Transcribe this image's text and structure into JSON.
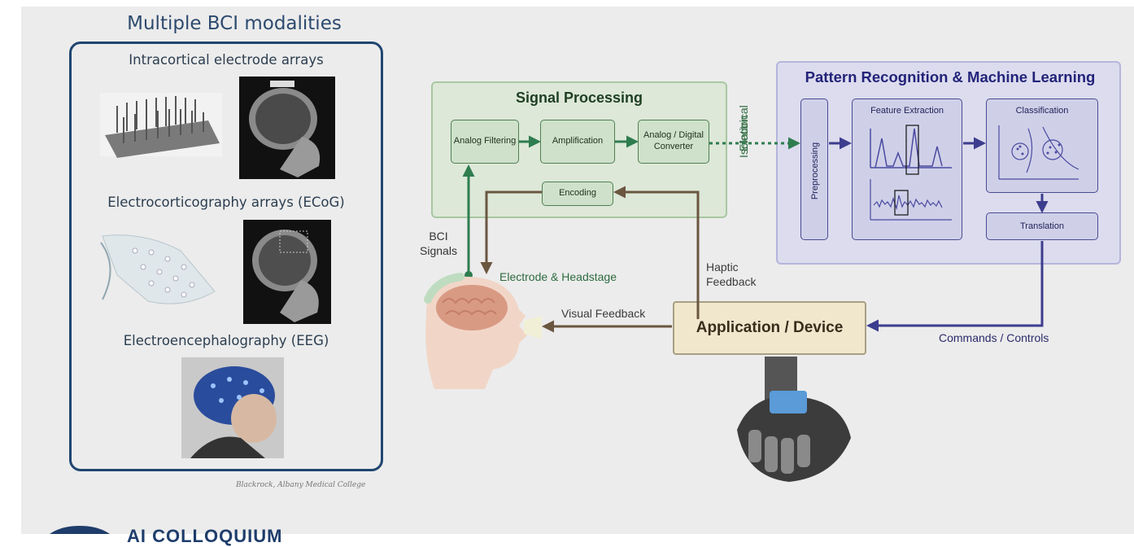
{
  "left_panel": {
    "title": "Multiple BCI modalities",
    "modalities": [
      {
        "label": "Intracortical electrode arrays"
      },
      {
        "label": "Electrocorticography arrays (ECoG)"
      },
      {
        "label": "Electroencephalography (EEG)"
      }
    ],
    "credit": "Blackrock, Albany Medical College"
  },
  "signal_processing": {
    "title": "Signal Processing",
    "blocks": {
      "analog_filtering": "Analog Filtering",
      "amplification": "Amplification",
      "adc": "Analog / Digital Converter",
      "encoding": "Encoding"
    }
  },
  "isolation": {
    "line1": "Electrical",
    "line2": "Isolation"
  },
  "pattern_recognition": {
    "title": "Pattern Recognition & Machine Learning",
    "blocks": {
      "preprocessing": "Preprocessing",
      "feature_extraction": "Feature Extraction",
      "classification": "Classification",
      "translation": "Translation"
    }
  },
  "labels": {
    "bci_signals_1": "BCI",
    "bci_signals_2": "Signals",
    "electrode_headstage": "Electrode & Headstage",
    "haptic_1": "Haptic",
    "haptic_2": "Feedback",
    "visual_feedback": "Visual Feedback",
    "commands_controls": "Commands / Controls"
  },
  "app_device": "Application / Device",
  "footer": {
    "text": "AI COLLOQUIUM"
  },
  "colors": {
    "panel_border": "#1f4670",
    "signal_green": "#2e7d4f",
    "feedback_brown": "#6b5640",
    "ml_purple": "#3d3d8f"
  }
}
